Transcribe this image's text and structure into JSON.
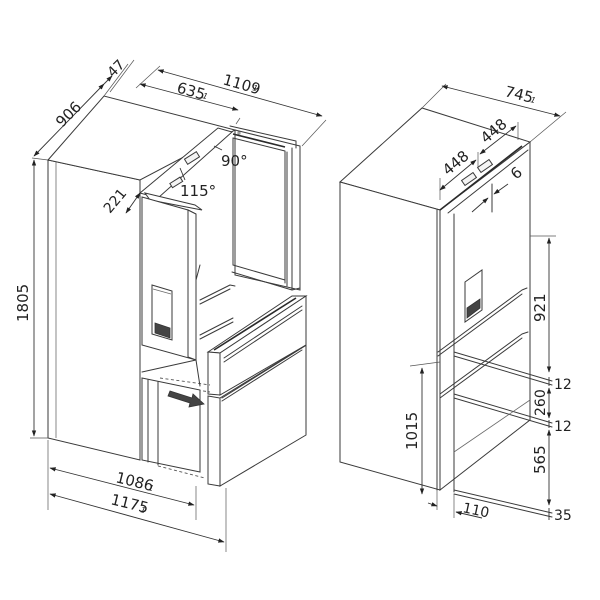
{
  "diagram": {
    "subject": "French-door refrigerator installation dimensions",
    "colors": {
      "line": "#3a3a3a",
      "background": "#ffffff",
      "accent": "#222222"
    },
    "left_view": {
      "dimensions": {
        "depth_body": "906",
        "door_thickness": "47",
        "depth_door_open_90": "635",
        "depth_door_open_90_mark": "1",
        "depth_total_open": "1109",
        "depth_total_open_mark": "1",
        "height_total": "1805",
        "handle_clearance": "221",
        "drawer_depth_open": "1086",
        "drawer_depth_open_mark": "1",
        "drawer_depth_total": "1175",
        "drawer_depth_total_mark": "1"
      },
      "angles": {
        "door_opening_a": "90°",
        "door_opening_b": "115°"
      }
    },
    "right_view": {
      "dimensions": {
        "width_total": "745",
        "width_total_mark": "1",
        "door_width_left": "448",
        "door_width_right": "448",
        "door_gap": "6",
        "upper_section_height": "921",
        "gap_1": "12",
        "middle_drawer_height": "260",
        "gap_2": "12",
        "lower_drawer_height": "565",
        "base_gap": "35",
        "handle_height": "1015",
        "side_offset": "110"
      }
    }
  }
}
